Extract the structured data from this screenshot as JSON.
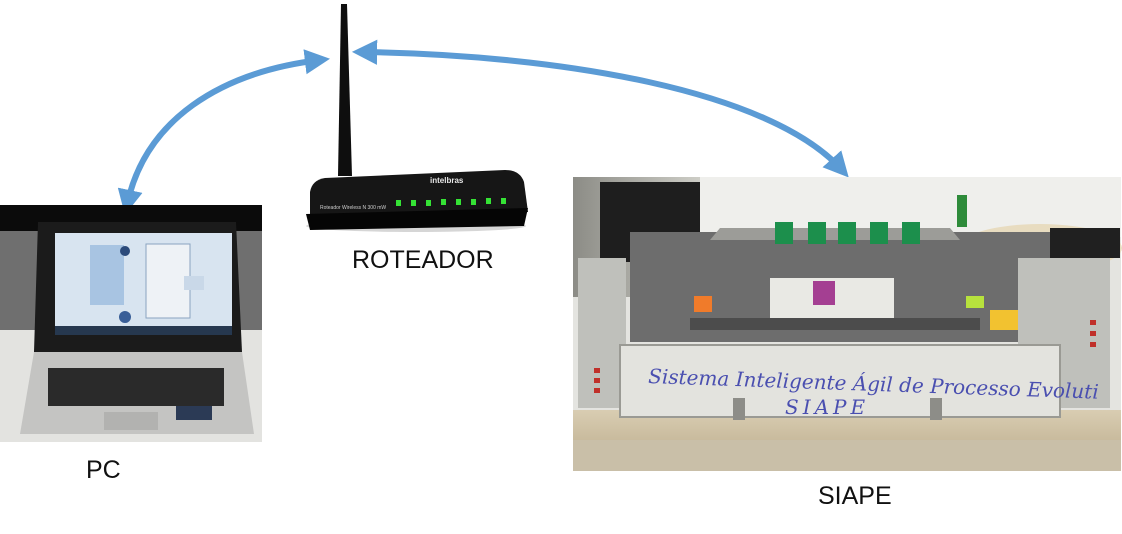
{
  "labels": {
    "router": "ROTEADOR",
    "pc": "PC",
    "siape": "SIAPE"
  },
  "router_text": {
    "brand": "intelbras",
    "model": "Roteador Wireless N 300 mW"
  },
  "siape_sign": {
    "line1": "Sistema Inteligente Ágil de Processo Evoluti",
    "line2": "SIAPE"
  },
  "arrow_color": "#5b9bd5",
  "router_led_color": "#35e335",
  "laptop_screen_color": "#d8e4f0"
}
